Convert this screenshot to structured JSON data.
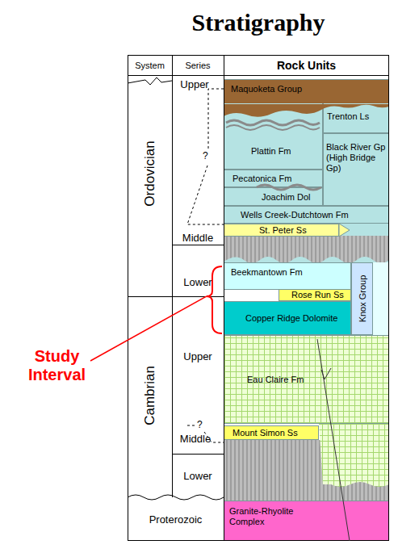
{
  "diagram": {
    "title": "Stratigraphy",
    "nodes": [
      {
        "text": [
          "Maquoketa Group"
        ]
      },
      {
        "text": [
          "Trenton Ls"
        ]
      },
      {
        "text": [
          "Plattin Fm"
        ]
      },
      {
        "text": [
          "Black River Gp (High Bridge Gp)"
        ]
      },
      {
        "text": [
          "Pecatonica Fm"
        ]
      },
      {
        "text": [
          "Joachim Dol"
        ]
      },
      {
        "text": [
          "Wells Creek-Dutchtown Fm"
        ]
      },
      {
        "text": [
          "St. Peter Ss"
        ]
      },
      {
        "text": [
          "Beekmantown Fm"
        ]
      },
      {
        "text": [
          "Rose Run Ss"
        ]
      },
      {
        "text": [
          "Copper Ridge Dolomite"
        ]
      },
      {
        "text": [
          "Knox Group"
        ]
      },
      {
        "text": [
          "Eau Claire Fm"
        ]
      },
      {
        "text": [
          "Mount Simon Ss"
        ]
      },
      {
        "text": [
          "Granite-Rhyolite Complex"
        ]
      }
    ],
    "labels": [
      "System",
      "Series",
      "Rock Units",
      "Upper",
      "Ordovician",
      "?",
      "Middle",
      "Lower",
      "Upper",
      "Cambrian",
      "Study Interval",
      "?",
      "Middle",
      "Lower",
      "Proterozoic"
    ]
  }
}
